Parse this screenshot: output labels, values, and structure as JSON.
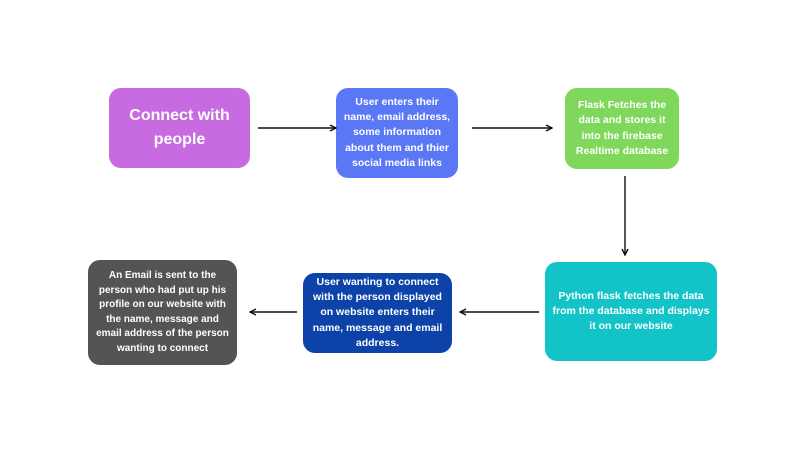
{
  "colors": {
    "connect_box": "#c86ae0",
    "user_enters_box": "#5a78f5",
    "flask_fetches_box": "#7fd85c",
    "python_flask_box": "#12c4c8",
    "user_wanting_box": "#0d43a8",
    "email_box": "#545454",
    "arrow": "#111111"
  },
  "nodes": {
    "connect": "Connect with people",
    "user_enters": "User enters their name, email address, some information about them and thier social media links",
    "flask_fetches": "Flask Fetches the data and stores it into the firebase Realtime database",
    "python_flask": "Python flask fetches the data from the database and displays it on our website",
    "user_wanting": "User wanting to connect with the person displayed on website enters their name, message and email address.",
    "email_sent": "An Email is sent to the person who had put up his profile on our website with  the name, message and email address  of the person wanting  to connect"
  }
}
